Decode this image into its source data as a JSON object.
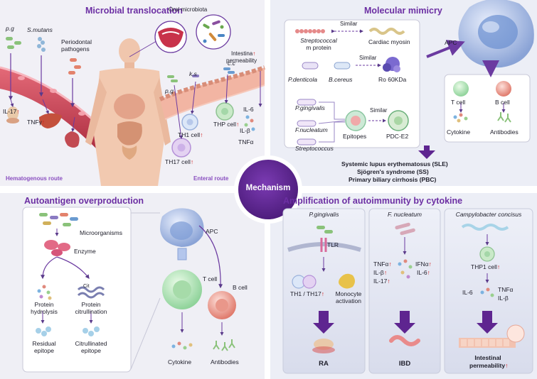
{
  "center": {
    "label": "Mechanism"
  },
  "up_arrow": "↑",
  "colors": {
    "purple_title": "#6c2fa3",
    "center_circle": "#5e2590",
    "up_arrow": "#d01818",
    "vessel": "#c9455b"
  },
  "panel_tl": {
    "title": "Microbial translocation",
    "oral_microbiota": "Oral microbiota",
    "pg": "p.g",
    "s_mutans": "S.mutans",
    "periodontal": [
      "Periodontal",
      "pathogens"
    ],
    "il17": "IL-17",
    "tnfy": "TNFγ",
    "hematogenous": "Hematogenous route",
    "enteral": "Enteral route",
    "intestina": [
      "Intestina",
      "permeability"
    ],
    "ks": "k.s",
    "cc": "c.c",
    "pg2": "p.g",
    "il6": "IL-6",
    "ilb": "IL-β",
    "tnfa": "TNFα",
    "thp": "THP cell",
    "th1": "TH1 cell",
    "th17": "TH17 cell"
  },
  "panel_tr": {
    "title": "Molecular mimicry",
    "similar": "Similar",
    "strep_protein": [
      "Streptococcal",
      "m protein"
    ],
    "cardiac": "Cardiac myosin",
    "p_denticola": "P.denticola",
    "b_cereus": "B.cereus",
    "ro60": "Ro 60KDa",
    "p_gingivalis": "P.gingivalis",
    "f_nucleatum": "F.nucleatum",
    "streptococcus": "Streptococcus",
    "epitopes": "Epitopes",
    "pdc": "PDC-E2",
    "apc": "APC",
    "t_cell": "T cell",
    "b_cell": "B cell",
    "cytokine": "Cytokine",
    "antibodies": "Antibodies",
    "diseases": [
      "Systemic lupus erythematosus (SLE)",
      "Sjögren's syndrome (SS)",
      "Primary biliary cirrhosis (PBC)"
    ]
  },
  "panel_bl": {
    "title": "Autoantigen overproduction",
    "microorganisms": "Microorganisms",
    "enzyme": "Enzyme",
    "protein_hydrolysis": [
      "Protein",
      "hydrolysis"
    ],
    "protein_citrullination": [
      "Protein",
      "citrullination"
    ],
    "residual": [
      "Residual",
      "epitope"
    ],
    "citrullinated": [
      "Citrullinated",
      "epitope"
    ],
    "cit_mark": "Cit",
    "apc": "APC",
    "t_cell": "T cell",
    "b_cell": "B cell",
    "cytokine": "Cytokine",
    "antibodies": "Antibodies"
  },
  "panel_br": {
    "title": "Amplification of autoimmunity by cytokine",
    "col1": {
      "header": "P.gingivalis",
      "tlr": "TLR",
      "th": "TH1 / TH17",
      "monocyte": [
        "Monocyte",
        "activation"
      ],
      "disease": "RA"
    },
    "col2": {
      "header": "F. nucleatum",
      "tnfa": "TNFα",
      "ifna": "IFNα",
      "ilb": "IL-β",
      "il6": "IL-6",
      "il17": "IL-17",
      "disease": "IBD"
    },
    "col3": {
      "header": "Campylobacter concisus",
      "thp1": "THP1 cell",
      "il6": "IL-6",
      "tnfa": "TNFα",
      "ilb": "IL-β",
      "disease": [
        "Intestinal",
        "permeability"
      ]
    }
  }
}
